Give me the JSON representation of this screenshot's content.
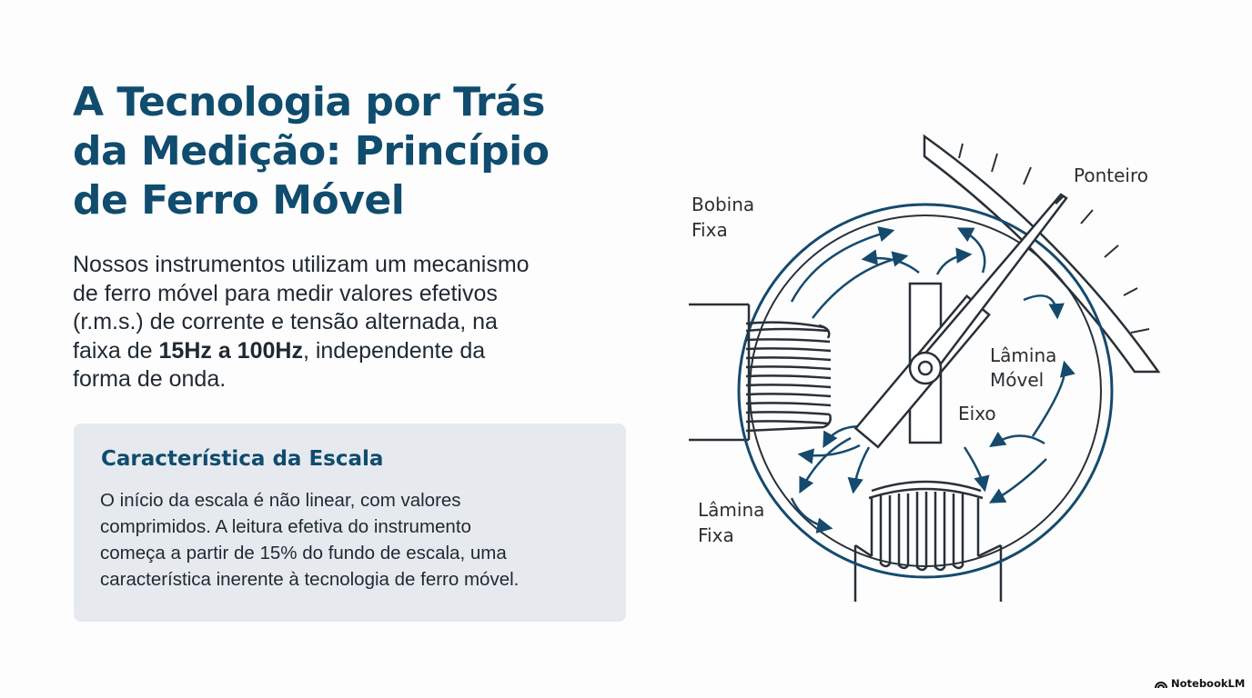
{
  "title_lines": [
    "A Tecnologia por Trás",
    "da Medição: Princípio",
    "de Ferro Móvel"
  ],
  "intro": {
    "line1": "Nossos instrumentos utilizam um mecanismo",
    "line2": "de ferro móvel para medir valores efetivos",
    "line3": "(r.m.s.) de corrente e tensão alternada, na",
    "line4_pre": "faixa de ",
    "line4_bold": "15Hz a 100Hz",
    "line4_post": ", independente da",
    "line5": "forma de onda."
  },
  "scale_note": {
    "title": "Característica da Escala",
    "lines": [
      "O início da escala é não linear, com valores",
      "comprimidos. A leitura efetiva do instrumento",
      "começa a partir de 15% do fundo de escala, uma",
      "característica inerente à tecnologia de ferro móvel."
    ]
  },
  "diagram": {
    "labels": {
      "bobina_fixa": [
        "Bobina",
        "Fixa"
      ],
      "ponteiro": "Ponteiro",
      "lamina_movel": [
        "Lâmina",
        "Móvel"
      ],
      "eixo": "Eixo",
      "lamina_fixa": [
        "Lâmina",
        "Fixa"
      ]
    },
    "colors": {
      "outline": "#283038",
      "field_lines": "#154a6e",
      "scale_fill": "#ffffff"
    }
  },
  "badge": {
    "icon": "notebooklm-icon",
    "label": "NotebookLM"
  }
}
